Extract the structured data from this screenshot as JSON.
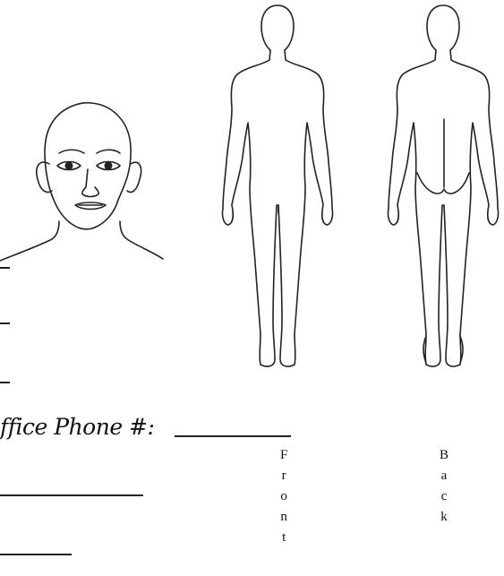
{
  "form": {
    "office_phone_label": "ffice Phone #: ",
    "front_letters": [
      "F",
      "r",
      "o",
      "n",
      "t"
    ],
    "back_letters": [
      "B",
      "a",
      "c",
      "k"
    ]
  },
  "figures": [
    {
      "icon": "head-portrait-icon"
    },
    {
      "icon": "body-front-icon"
    },
    {
      "icon": "body-back-icon"
    }
  ]
}
